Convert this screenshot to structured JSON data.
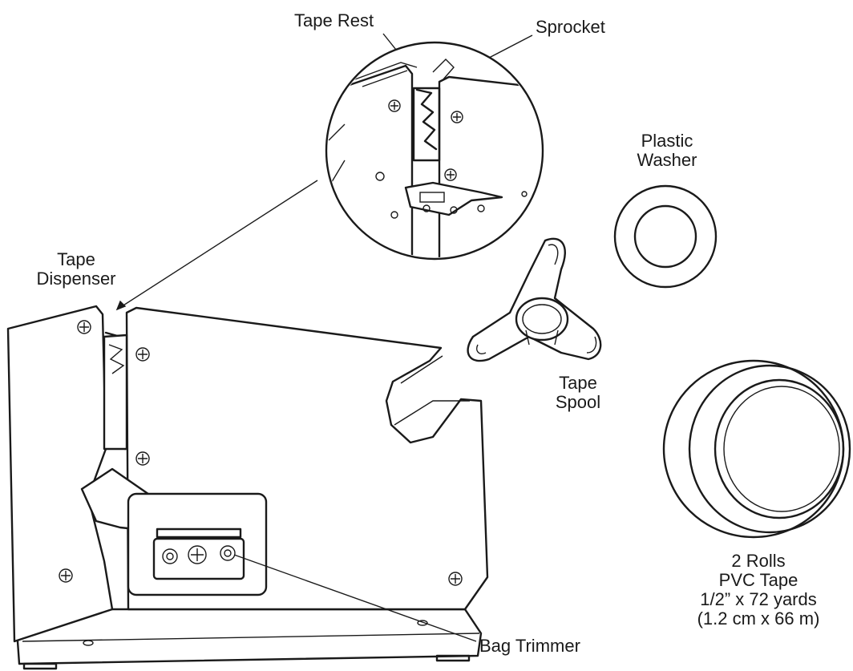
{
  "labels": {
    "tape_rest": "Tape Rest",
    "sprocket": "Sprocket",
    "plastic_washer": [
      "Plastic",
      "Washer"
    ],
    "tape_dispenser": [
      "Tape",
      "Dispenser"
    ],
    "tape_spool": [
      "Tape",
      "Spool"
    ],
    "pvc_tape": [
      "2 Rolls",
      "PVC Tape",
      "1/2” x 72 yards",
      "(1.2 cm x 66 m)"
    ],
    "bag_trimmer": "Bag Trimmer"
  },
  "colors": {
    "ink": "#1a1a1a",
    "paper": "#ffffff"
  }
}
